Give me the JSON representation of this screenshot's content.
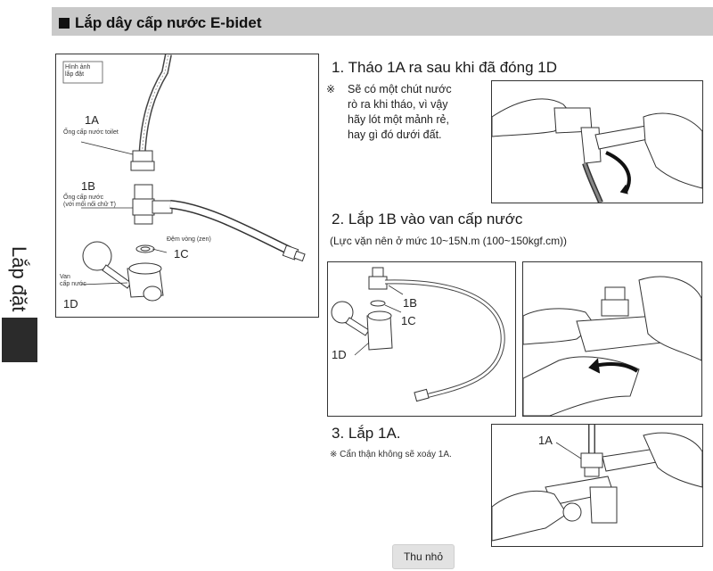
{
  "section": {
    "title": "Lắp dây cấp nước E-bidet"
  },
  "side_tab": {
    "label": "Lắp đặt"
  },
  "main_figure": {
    "inset_caption": [
      "Hình ảnh",
      "lắp đặt"
    ],
    "label_1a": "1A",
    "desc_1a": "Ống cấp nước toilet",
    "label_1b": "1B",
    "desc_1b": [
      "Ống cấp nước",
      "(với mối nối chữ T)"
    ],
    "desc_1c": "Đệm vòng (zen)",
    "label_1c": "1C",
    "desc_1d": [
      "Van",
      "cấp nước"
    ],
    "label_1d": "1D"
  },
  "step1": {
    "title": "1. Tháo 1A ra sau khi đã đóng 1D",
    "note_mark": "※",
    "note_lines": [
      "Sẽ có một chút nước",
      "rò ra khi tháo, vì vậy",
      "hãy lót một mảnh rẻ,",
      "hay gì đó dưới đất."
    ]
  },
  "step2": {
    "title": "2. Lắp 1B vào van cấp nước",
    "subtitle": "(Lực vặn nên ở mức 10~15N.m (100~150kgf.cm))",
    "label_1b": "1B",
    "label_1c": "1C",
    "label_1d": "1D"
  },
  "step3": {
    "title": "3. Lắp 1A.",
    "note": "※ Cẩn thận không sẽ xoáy 1A.",
    "label_1a": "1A"
  },
  "footer": {
    "shrink_label": "Thu nhỏ"
  }
}
